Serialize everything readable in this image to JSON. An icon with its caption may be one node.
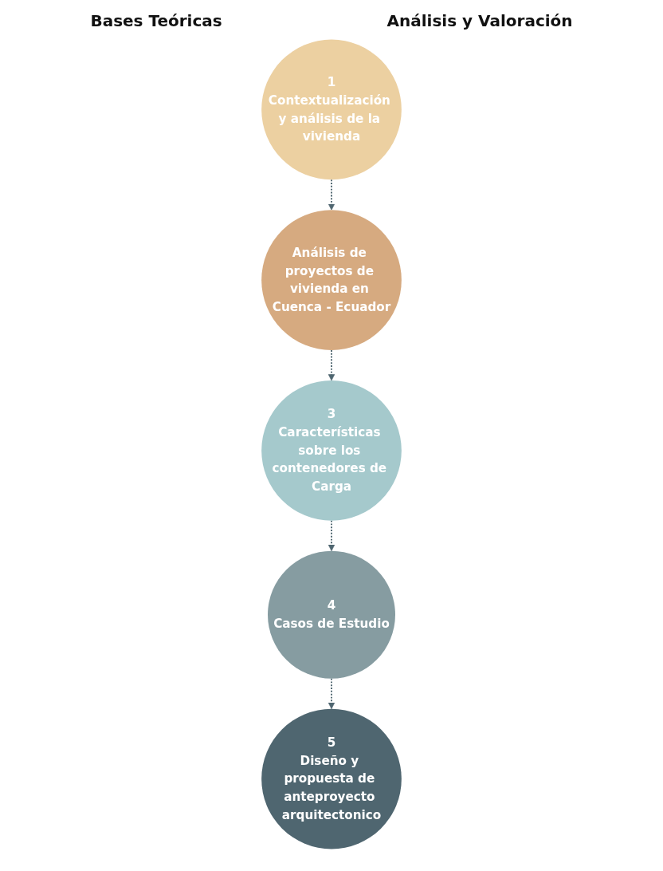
{
  "diagram": {
    "nodes": [
      {
        "text": [
          "1",
          "Contextualización y análisis de la vivienda"
        ]
      },
      {
        "text": [
          "Análisis de proyectos de vivienda en Cuenca - Ecuador"
        ]
      },
      {
        "text": [
          "3",
          "Características sobre los contenedores de Carga"
        ]
      },
      {
        "text": [
          "4",
          "Casos de Estudio"
        ]
      },
      {
        "text": [
          "5",
          "Diseño y propuesta de anteproyecto arquitectonico"
        ]
      }
    ],
    "edges": [
      {
        "from": 0,
        "to": 1,
        "arrow": "to"
      },
      {
        "from": 1,
        "to": 2,
        "arrow": "to"
      },
      {
        "from": 2,
        "to": 3,
        "arrow": "to"
      },
      {
        "from": 3,
        "to": 4,
        "arrow": "to"
      }
    ],
    "labels": [
      "Bases Teóricas",
      "Análisis y Valoración"
    ]
  }
}
